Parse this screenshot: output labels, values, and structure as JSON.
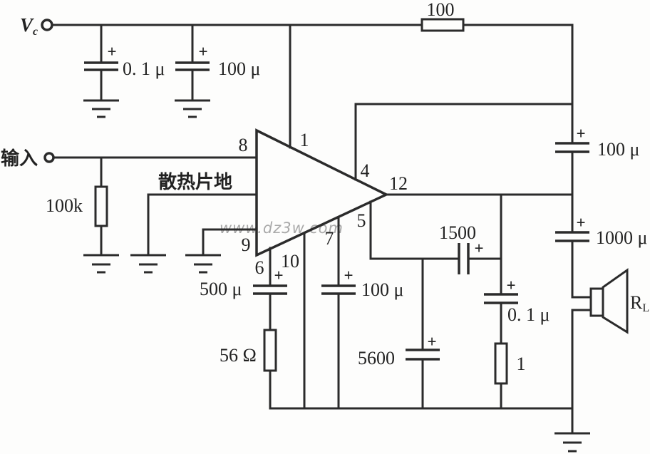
{
  "supply_terminal": {
    "symbol": "V",
    "subscript": "c"
  },
  "input_terminal": {
    "label": "输入"
  },
  "heatsink_label": "散热片地",
  "watermark": "www.dz3w.com",
  "symbols": {
    "plus": "+"
  },
  "amplifier_pins": {
    "pin1": "1",
    "pin4": "4",
    "pin5": "5",
    "pin6": "6",
    "pin7": "7",
    "pin8": "8",
    "pin9": "9",
    "pin10": "10",
    "pin12": "12"
  },
  "resistors": {
    "feedback_100": {
      "label": "100"
    },
    "input_100k": {
      "label": "100k"
    },
    "emitter_56": {
      "label": "56 Ω"
    },
    "zobel_1": {
      "label": "1"
    }
  },
  "capacitors": {
    "supply_01u": {
      "label": "0. 1 μ"
    },
    "supply_100u": {
      "label": "100 μ"
    },
    "bootstrap_100u": {
      "label": "100 μ"
    },
    "output_1000u": {
      "label": "1000 μ"
    },
    "pin6_500u": {
      "label": "500 μ"
    },
    "pin7_100u": {
      "label": "100 μ"
    },
    "pin5_5600": {
      "label": "5600"
    },
    "feedback_1500": {
      "label": "1500"
    },
    "zobel_01u": {
      "label": "0. 1 μ"
    }
  },
  "load": {
    "symbol": "R",
    "subscript": "L"
  }
}
